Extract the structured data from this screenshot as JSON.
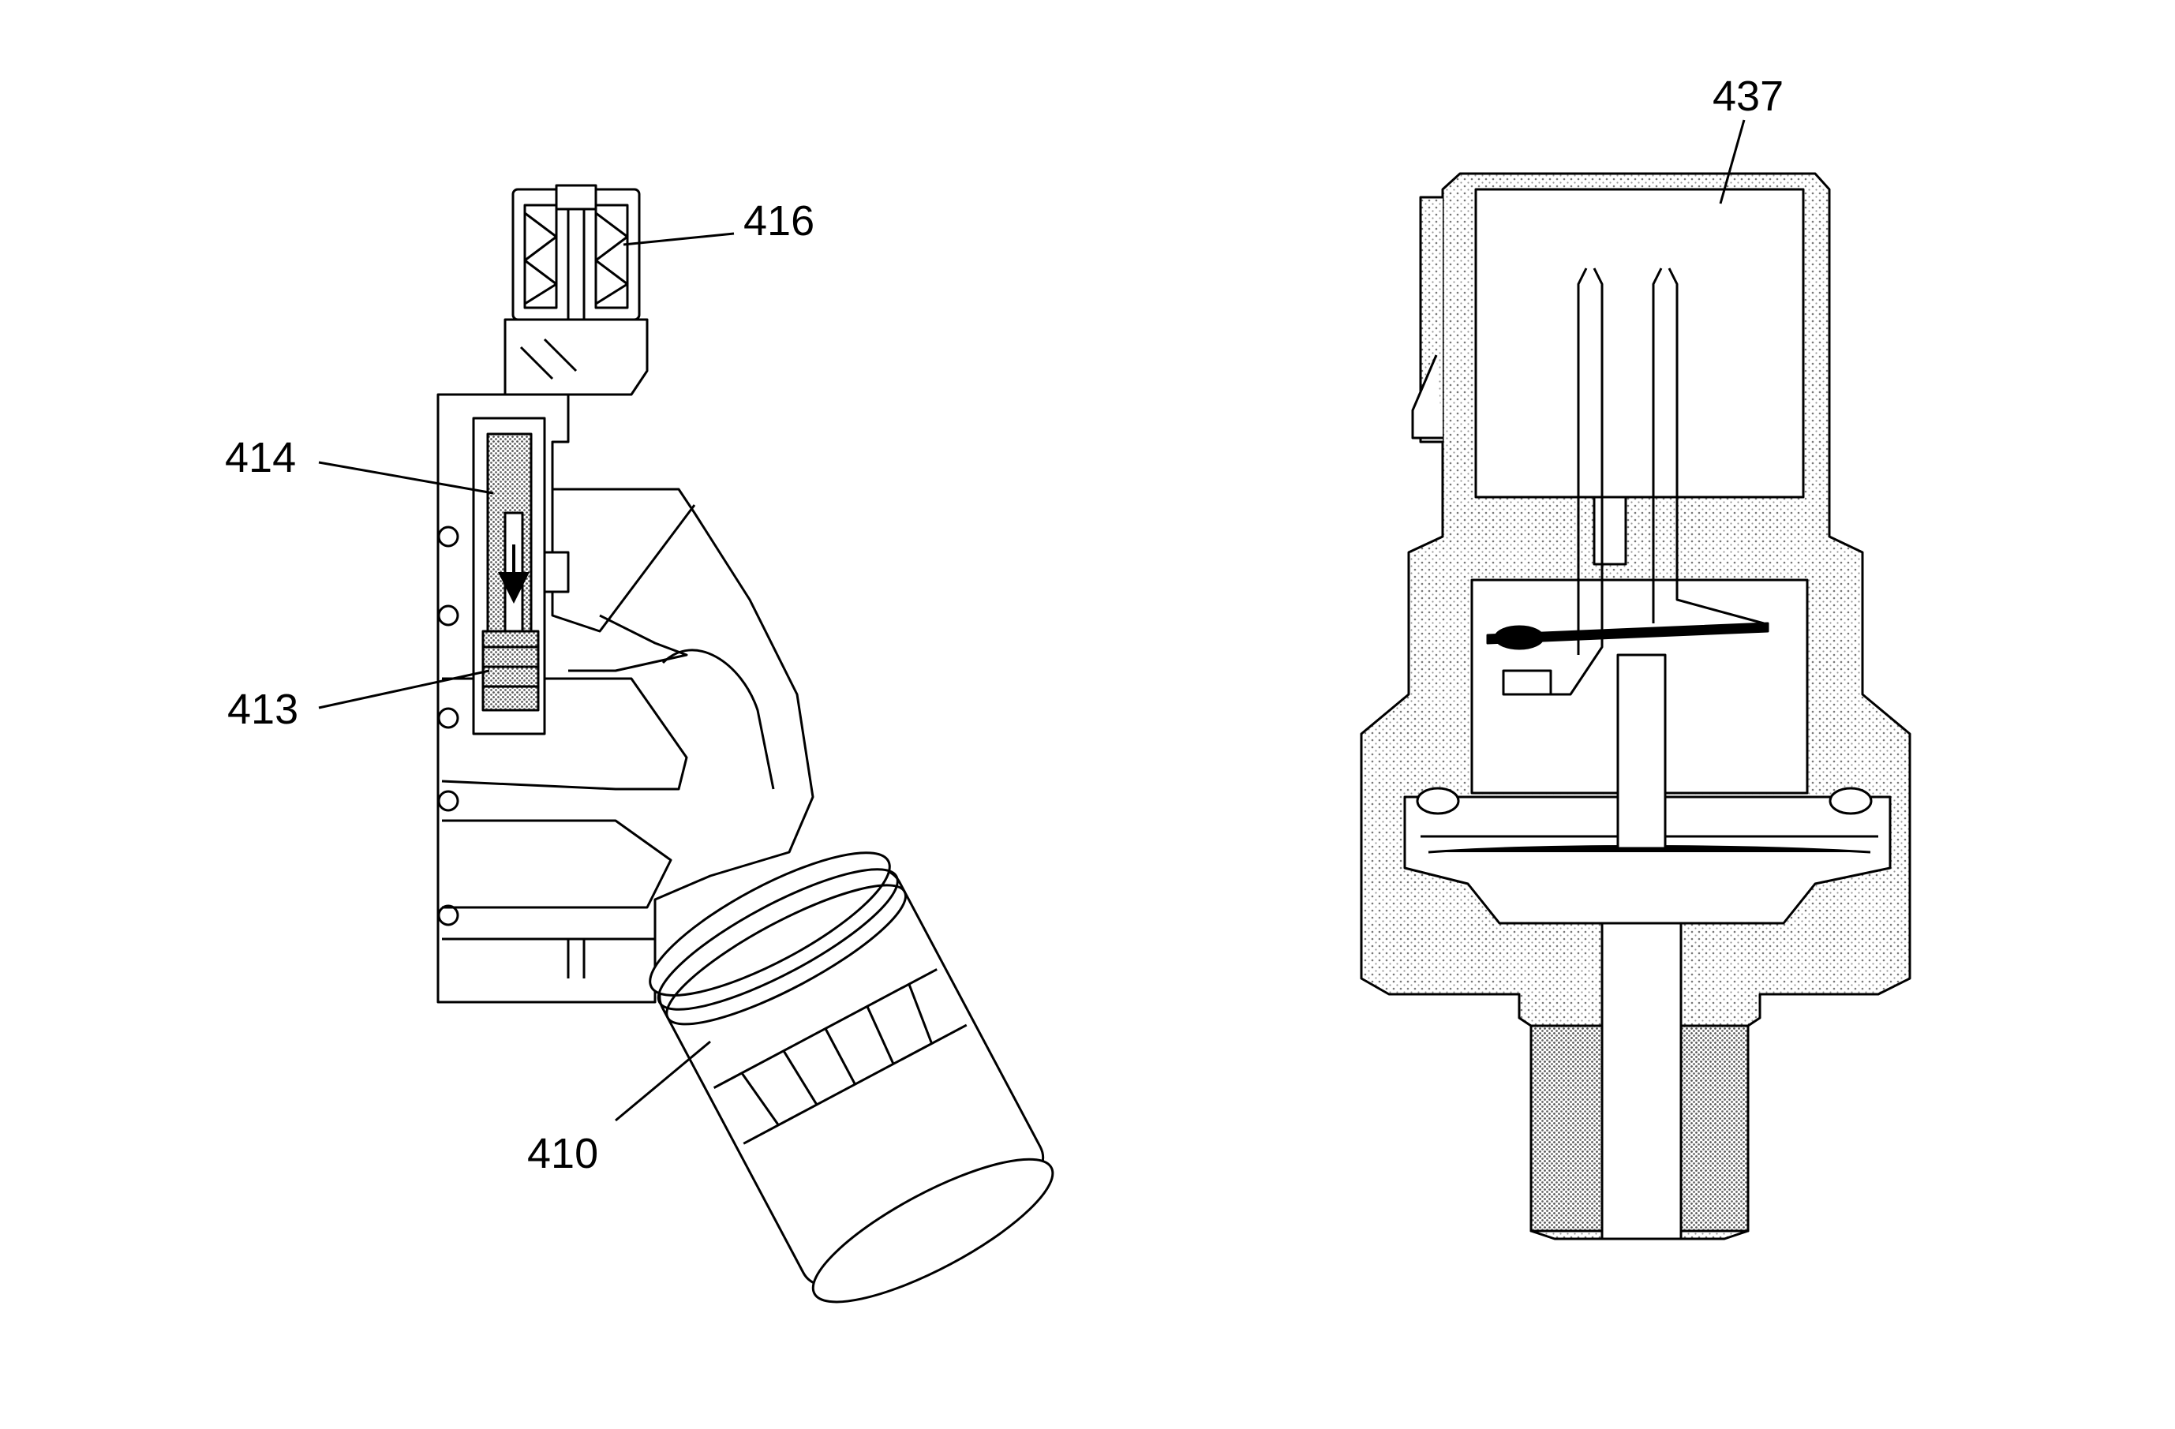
{
  "callouts": {
    "c416": "416",
    "c414": "414",
    "c413": "413",
    "c410": "410",
    "c437": "437"
  },
  "colors": {
    "line": "#000000",
    "background": "#ffffff",
    "stipple": "#9a9a9a"
  }
}
